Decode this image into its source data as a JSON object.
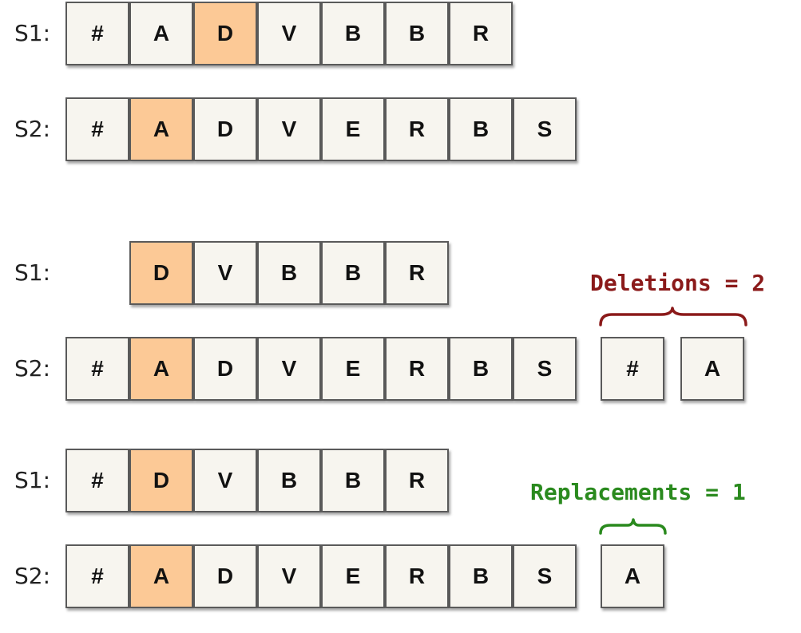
{
  "colors": {
    "cell_fill": "#f7f5ef",
    "highlight_fill": "#fcc996",
    "cell_border": "#5a5a5a",
    "deletions_color": "#8b1a1a",
    "replacements_color": "#2a8a1e"
  },
  "groups": [
    {
      "rows": [
        {
          "label": "S1:",
          "cells": [
            "#",
            "A",
            "D",
            "V",
            "B",
            "B",
            "R"
          ],
          "highlight_index": 2
        },
        {
          "label": "S2:",
          "cells": [
            "#",
            "A",
            "D",
            "V",
            "E",
            "R",
            "B",
            "S"
          ],
          "highlight_index": 1
        }
      ]
    },
    {
      "rows": [
        {
          "label": "S1:",
          "cells": [
            "D",
            "V",
            "B",
            "B",
            "R"
          ],
          "highlight_index": 0
        },
        {
          "label": "S2:",
          "cells": [
            "#",
            "A",
            "D",
            "V",
            "E",
            "R",
            "B",
            "S"
          ],
          "highlight_index": 1
        }
      ],
      "extra_cells": [
        "#",
        "A"
      ],
      "callout": {
        "text": "Deletions = 2",
        "color": "#8b1a1a",
        "kind": "deletions"
      }
    },
    {
      "rows": [
        {
          "label": "S1:",
          "cells": [
            "#",
            "D",
            "V",
            "B",
            "B",
            "R"
          ],
          "highlight_index": 1
        },
        {
          "label": "S2:",
          "cells": [
            "#",
            "A",
            "D",
            "V",
            "E",
            "R",
            "B",
            "S"
          ],
          "highlight_index": 1
        }
      ],
      "extra_cells": [
        "A"
      ],
      "callout": {
        "text": "Replacements = 1",
        "color": "#2a8a1e",
        "kind": "replacements"
      }
    }
  ]
}
